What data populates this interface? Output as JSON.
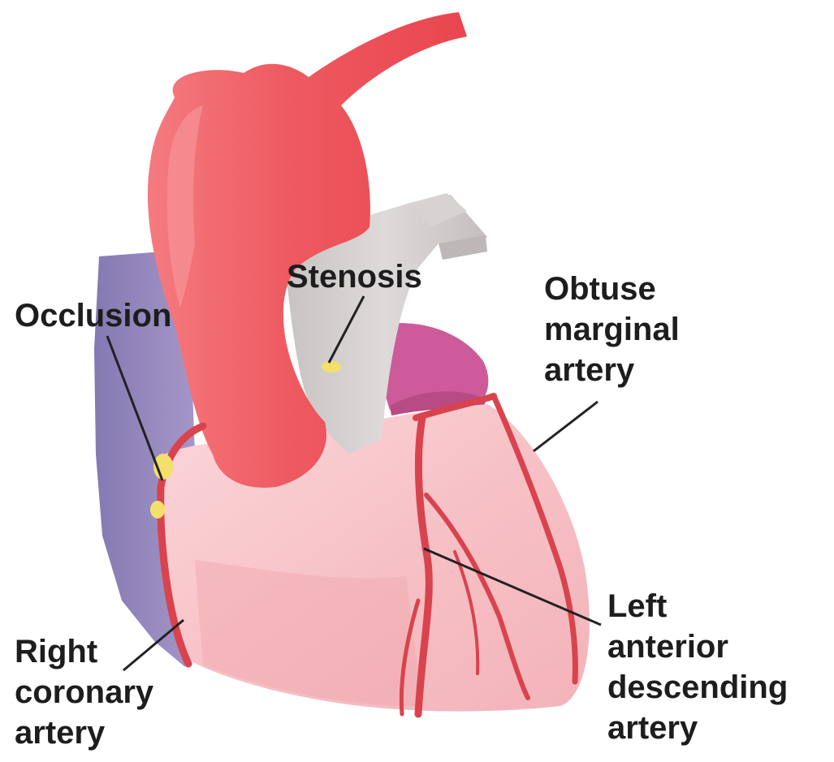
{
  "labels": {
    "stenosis": [
      "Stenosis"
    ],
    "occlusion": [
      "Occlusion"
    ],
    "obtuse_marginal": [
      "Obtuse",
      "marginal",
      "artery"
    ],
    "right_coronary": [
      "Right",
      "coronary",
      "artery"
    ],
    "left_anterior_descending": [
      "Left",
      "anterior",
      "descending",
      "artery"
    ]
  },
  "colors": {
    "aorta": "#ee5e64",
    "aorta_highlight": "#f58a8d",
    "ventricle": "#f6c2c6",
    "ventricle_shade": "#efa3aa",
    "right_side": "#8d7fb8",
    "pulmonary": "#cfcaca",
    "left_atrium": "#cc5a98",
    "artery_line": "#d9434d",
    "plaque": "#f2e06a",
    "leader_line": "#222222",
    "text": "#1d1d1d"
  }
}
